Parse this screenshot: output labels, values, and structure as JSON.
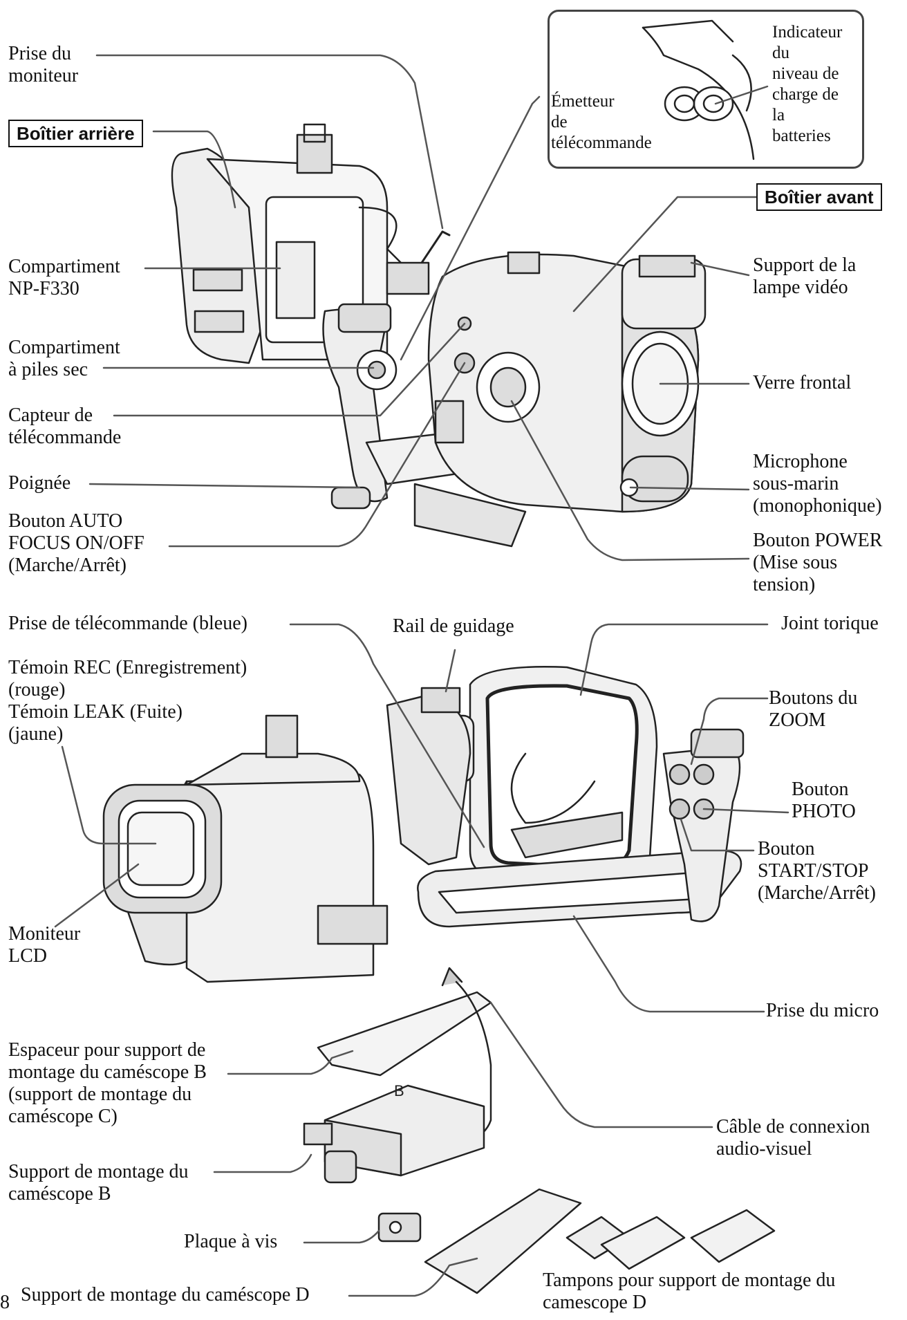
{
  "labels": {
    "prise_moniteur": "Prise du\nmoniteur",
    "boitier_arriere": "Boîtier arrière",
    "compartiment_np": "Compartiment\nNP-F330",
    "compartiment_piles": "Compartiment\nà piles sec",
    "capteur_telecommande": "Capteur de\ntélécommande",
    "poignee": "Poignée",
    "bouton_autofocus": "Bouton AUTO\nFOCUS ON/OFF\n(Marche/Arrêt)",
    "emetteur": "Émetteur\nde\ntélécommande",
    "indicateur": "Indicateur\ndu\nniveau de\ncharge de\nla\nbatteries",
    "boitier_avant": "Boîtier avant",
    "support_lampe": "Support de la\nlampe vidéo",
    "verre_frontal": "Verre frontal",
    "microphone": "Microphone\nsous-marin\n(monophonique)",
    "bouton_power": "Bouton POWER\n(Mise sous\ntension)",
    "prise_telecommande": "Prise de télécommande (bleue)",
    "rail_guidage": "Rail de guidage",
    "joint_torique": "Joint torique",
    "temoins": "Témoin REC (Enregistrement)\n(rouge)\nTémoin LEAK (Fuite)\n(jaune)",
    "boutons_zoom": "Boutons du\nZOOM",
    "bouton_photo": "Bouton\nPHOTO",
    "bouton_startstop": "Bouton\nSTART/STOP\n(Marche/Arrêt)",
    "moniteur_lcd": "Moniteur\nLCD",
    "prise_micro": "Prise du micro",
    "espaceur": "Espaceur pour support de\nmontage du caméscope B\n(support de montage du\ncaméscope C)",
    "cable_av": "Câble de connexion\naudio-visuel",
    "support_b": "Support de montage du\ncaméscope B",
    "plaque_vis": "Plaque à vis",
    "support_d": "Support de montage du caméscope D",
    "tampons": "Tampons pour support de montage du\ncamescope D"
  },
  "page_number": "8",
  "spacer_letter": "B"
}
